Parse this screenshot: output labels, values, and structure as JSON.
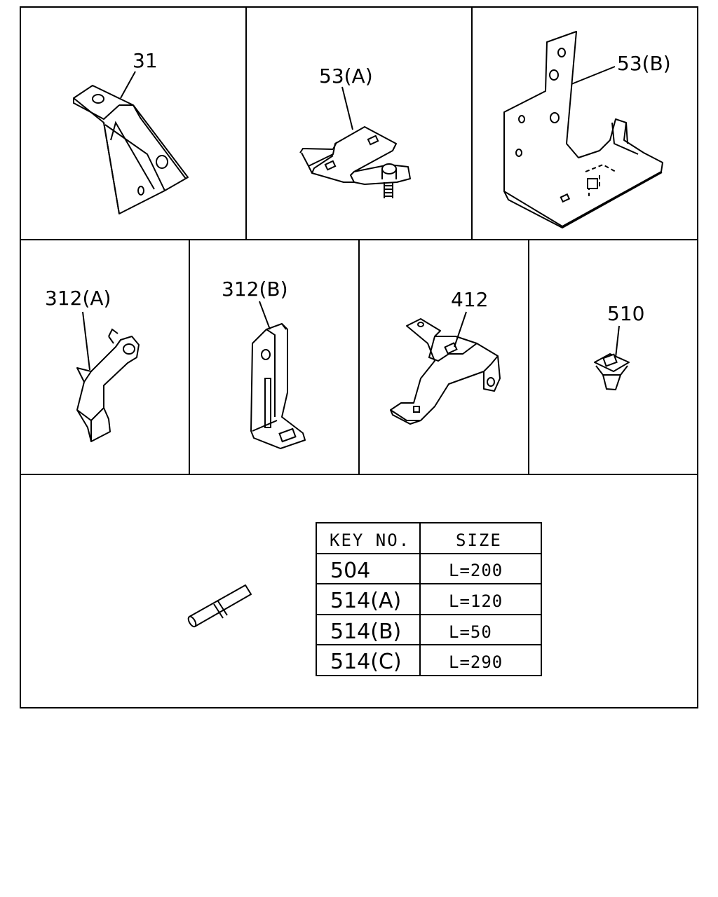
{
  "labels": {
    "p31": "31",
    "p53a": "53(A)",
    "p53b": "53(B)",
    "p312a": "312(A)",
    "p312b": "312(B)",
    "p412": "412",
    "p510": "510"
  },
  "size_table": {
    "headers": [
      "KEY NO.",
      "SIZE"
    ],
    "rows": [
      {
        "key": "504",
        "size": "L=200"
      },
      {
        "key": "514(A)",
        "size": "L=120"
      },
      {
        "key": "514(B)",
        "size": "L=50"
      },
      {
        "key": "514(C)",
        "size": "L=290"
      }
    ]
  }
}
